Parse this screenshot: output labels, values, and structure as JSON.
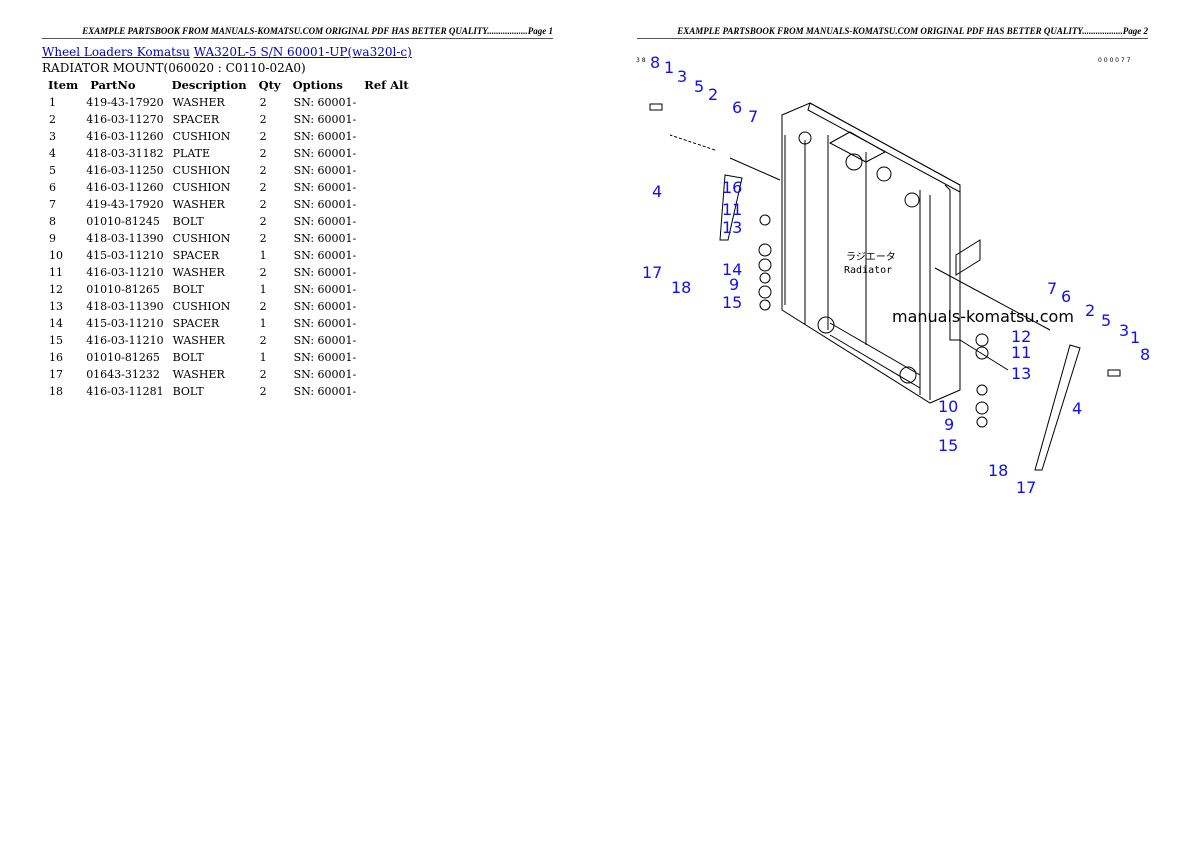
{
  "header_page1": "EXAMPLE PARTSBOOK FROM MANUALS-KOMATSU.COM ORIGINAL PDF HAS BETTER QUALITY..................Page 1",
  "header_page2": "EXAMPLE PARTSBOOK FROM MANUALS-KOMATSU.COM ORIGINAL PDF HAS BETTER QUALITY..................Page 2",
  "breadcrumb": {
    "link1": "Wheel Loaders Komatsu",
    "link2": "WA320L-5 S/N 60001-UP(wa320l-c)"
  },
  "section_title": "RADIATOR MOUNT(060020 : C0110-02A0)",
  "table": {
    "headers": [
      "Item",
      "PartNo",
      "Description",
      "Qty",
      "Options",
      "Ref Alt"
    ],
    "rows": [
      [
        "1",
        "419-43-17920",
        "WASHER",
        "2",
        "SN: 60001-"
      ],
      [
        "2",
        "416-03-11270",
        "SPACER",
        "2",
        "SN: 60001-"
      ],
      [
        "3",
        "416-03-11260",
        "CUSHION",
        "2",
        "SN: 60001-"
      ],
      [
        "4",
        "418-03-31182",
        "PLATE",
        "2",
        "SN: 60001-"
      ],
      [
        "5",
        "416-03-11250",
        "CUSHION",
        "2",
        "SN: 60001-"
      ],
      [
        "6",
        "416-03-11260",
        "CUSHION",
        "2",
        "SN: 60001-"
      ],
      [
        "7",
        "419-43-17920",
        "WASHER",
        "2",
        "SN: 60001-"
      ],
      [
        "8",
        "01010-81245",
        "BOLT",
        "2",
        "SN: 60001-"
      ],
      [
        "9",
        "418-03-11390",
        "CUSHION",
        "2",
        "SN: 60001-"
      ],
      [
        "10",
        "415-03-11210",
        "SPACER",
        "1",
        "SN: 60001-"
      ],
      [
        "11",
        "416-03-11210",
        "WASHER",
        "2",
        "SN: 60001-"
      ],
      [
        "12",
        "01010-81265",
        "BOLT",
        "1",
        "SN: 60001-"
      ],
      [
        "13",
        "418-03-11390",
        "CUSHION",
        "2",
        "SN: 60001-"
      ],
      [
        "14",
        "415-03-11210",
        "SPACER",
        "1",
        "SN: 60001-"
      ],
      [
        "15",
        "416-03-11210",
        "WASHER",
        "2",
        "SN: 60001-"
      ],
      [
        "16",
        "01010-81265",
        "BOLT",
        "1",
        "SN: 60001-"
      ],
      [
        "17",
        "01643-31232",
        "WASHER",
        "2",
        "SN: 60001-"
      ],
      [
        "18",
        "416-03-11281",
        "BOLT",
        "2",
        "SN: 60001-"
      ]
    ]
  },
  "diagram": {
    "code_left": "3 8",
    "code_right": "0 0 0 0 7 7",
    "radiator_label_jp": "ラジエータ",
    "radiator_label": "Radiator",
    "watermark": "manuals-komatsu.com",
    "callouts": [
      "8",
      "1",
      "3",
      "5",
      "2",
      "6",
      "7",
      "4",
      "16",
      "11",
      "13",
      "17",
      "18",
      "14",
      "9",
      "15",
      "7",
      "6",
      "2",
      "5",
      "3",
      "1",
      "8",
      "12",
      "11",
      "13",
      "4",
      "10",
      "9",
      "15",
      "18",
      "17"
    ],
    "callout_color": "#1010f0"
  }
}
